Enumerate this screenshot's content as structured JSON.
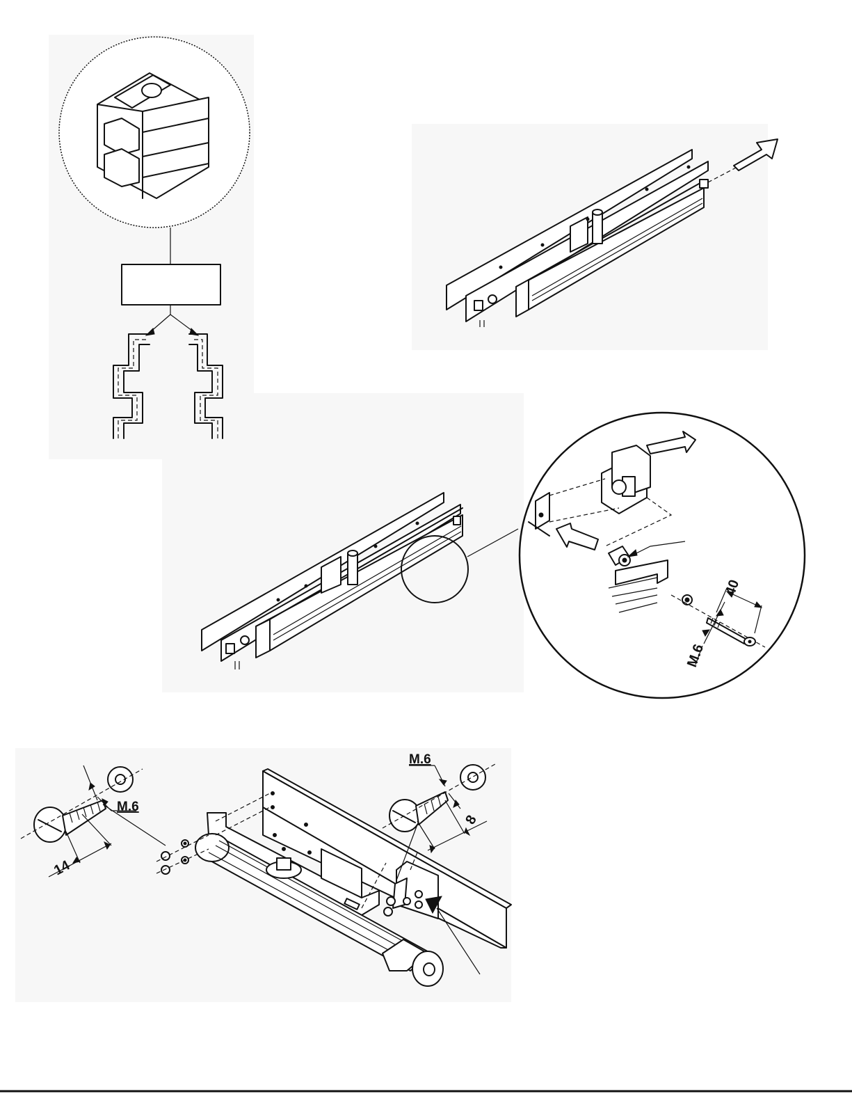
{
  "figure": {
    "profile_callout": {},
    "rail_assembly_top": {},
    "rail_assembly_detail": {
      "dimensions": {
        "length": "40",
        "thread": "M.6"
      }
    },
    "bracket_assembly": {
      "left_screw": {
        "length": "14",
        "thread": "M.6"
      },
      "right_screw": {
        "length": "8",
        "thread": "M.6"
      }
    }
  }
}
